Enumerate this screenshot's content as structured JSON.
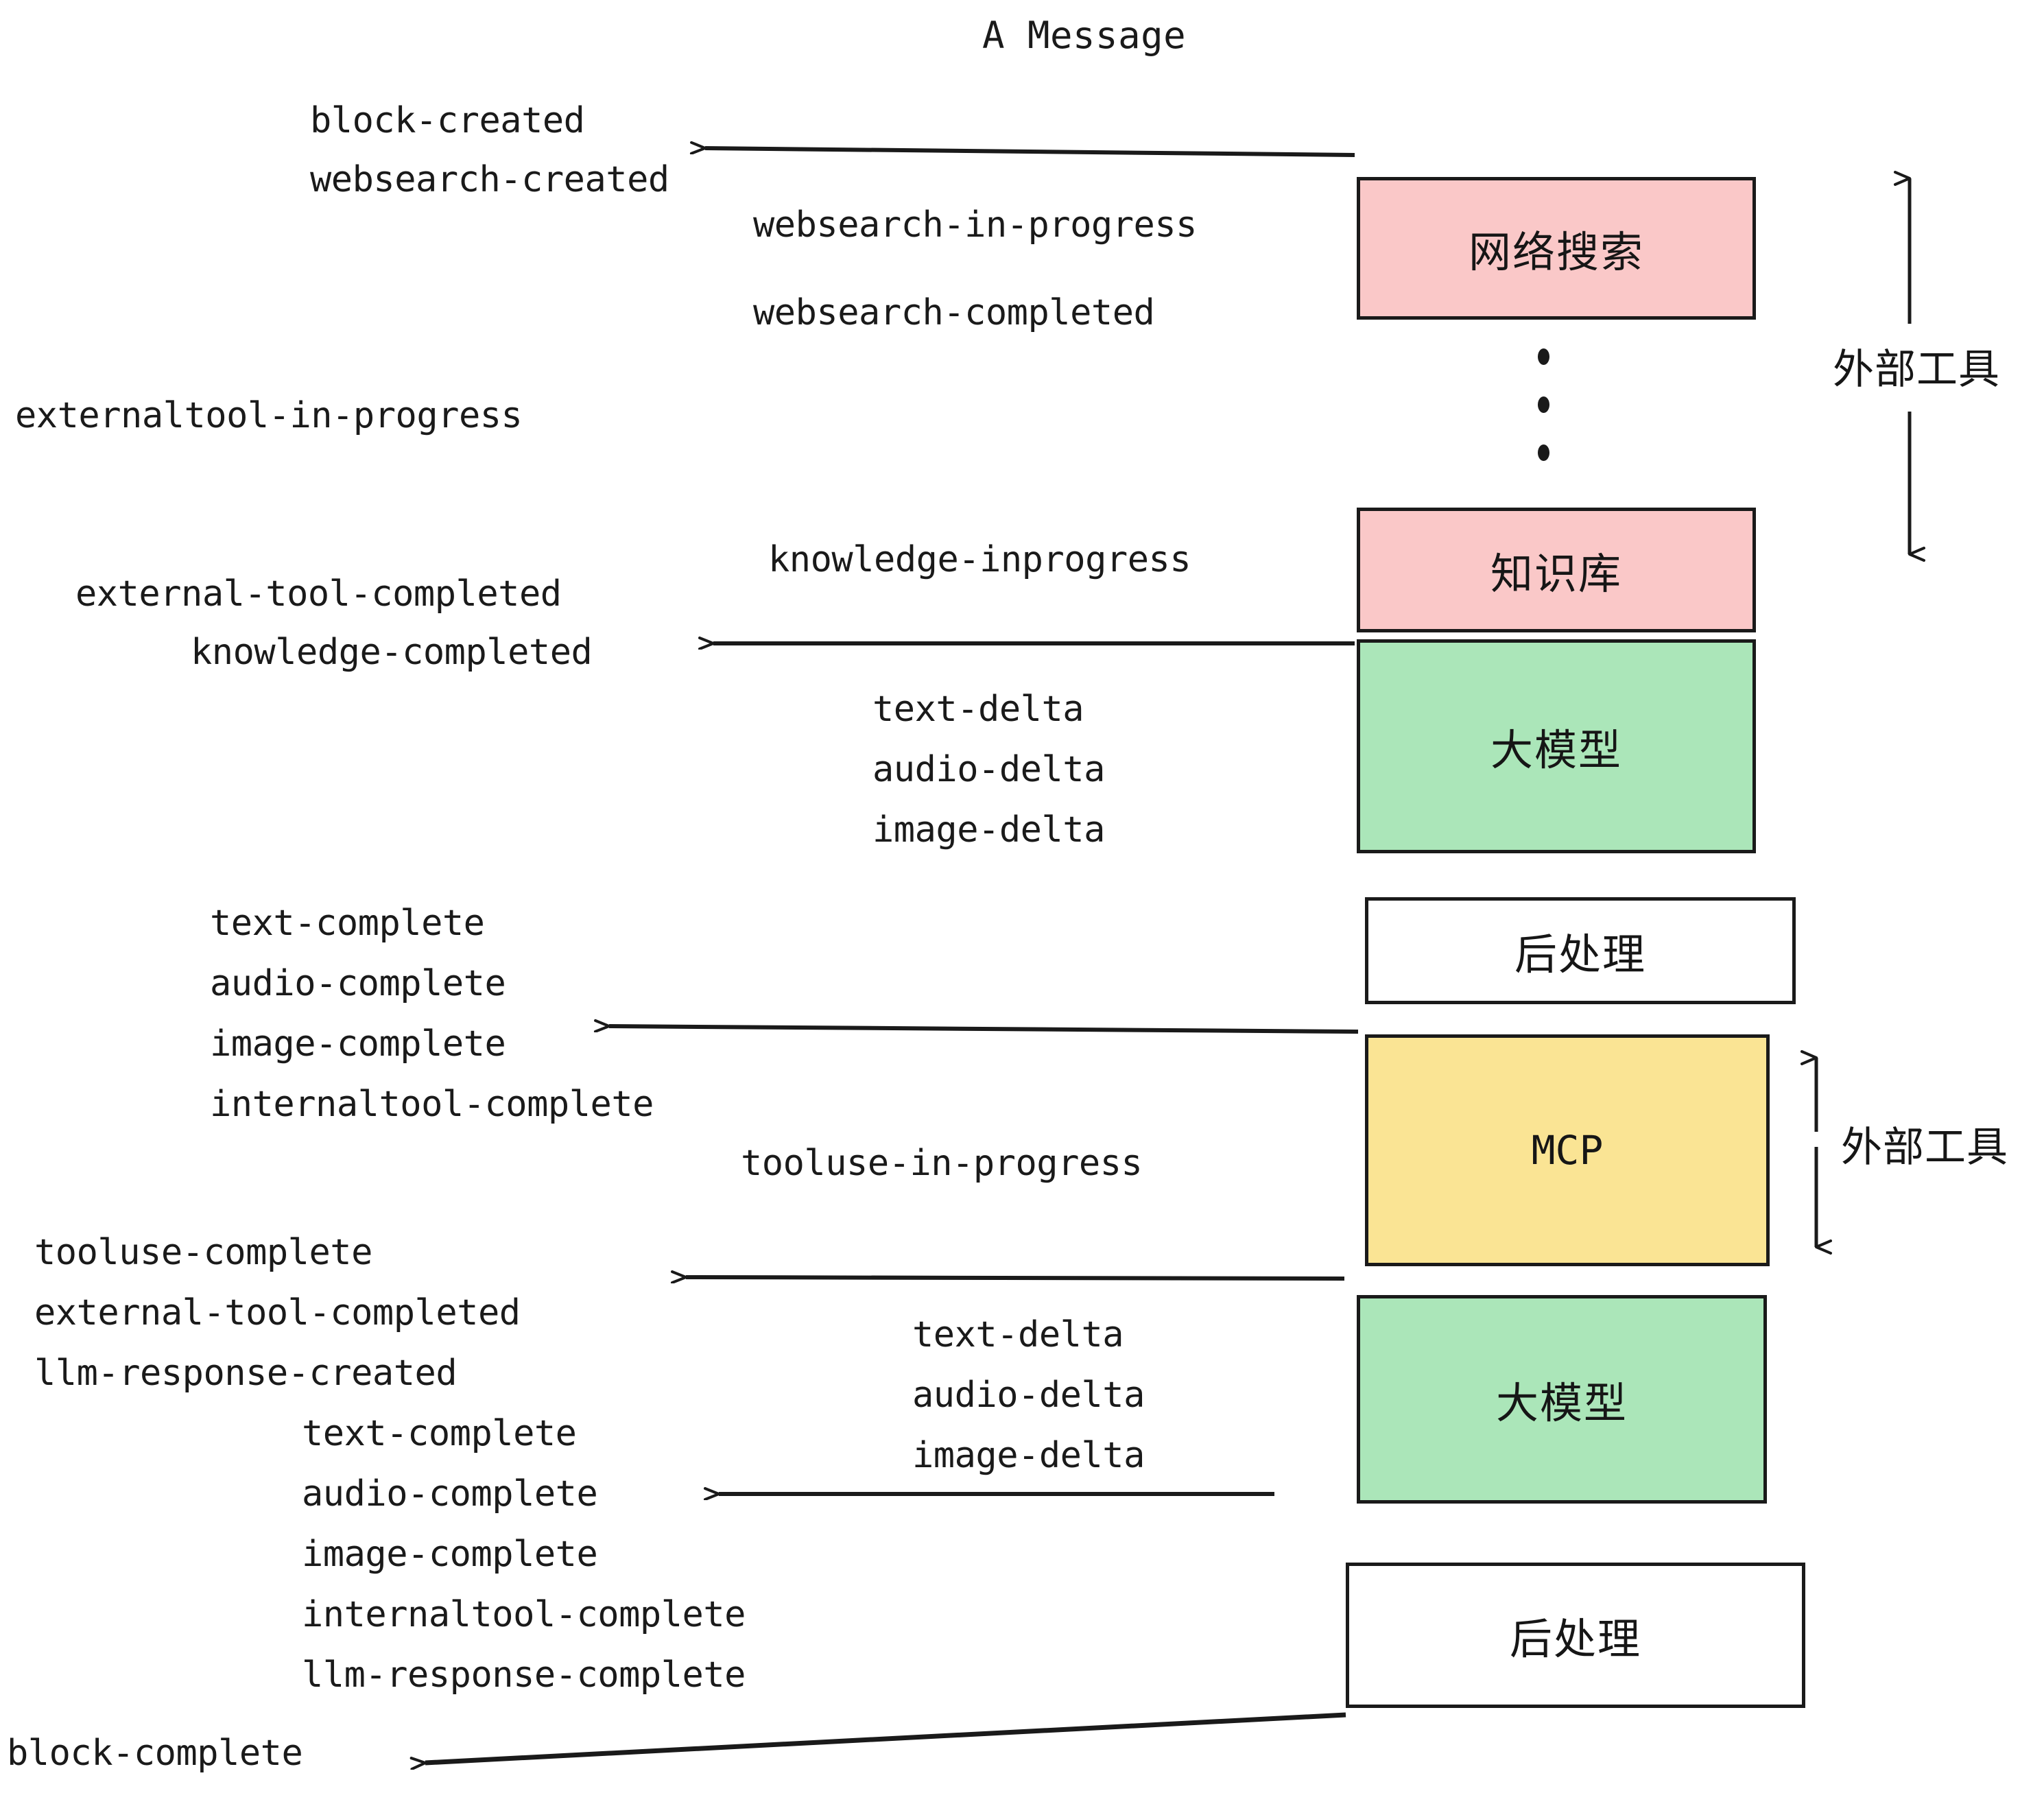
{
  "title": "A Message",
  "boxes": [
    {
      "label": "网络搜索",
      "color": "#fac8c8",
      "kind": "cjk"
    },
    {
      "label": "知识库",
      "color": "#fac8c8",
      "kind": "cjk"
    },
    {
      "label": "大模型",
      "color": "#abe6b9",
      "kind": "cjk"
    },
    {
      "label": "后处理",
      "color": "#ffffff",
      "kind": "cjk"
    },
    {
      "label": "MCP",
      "color": "#fae494",
      "kind": "mono"
    },
    {
      "label": "大模型",
      "color": "#abe6b9",
      "kind": "cjk"
    },
    {
      "label": "后处理",
      "color": "#ffffff",
      "kind": "cjk"
    }
  ],
  "side_labels": [
    {
      "text": "外部工具"
    },
    {
      "text": "外部工具"
    }
  ],
  "events": [
    {
      "text": "block-created"
    },
    {
      "text": "websearch-created"
    },
    {
      "text": "websearch-in-progress"
    },
    {
      "text": "websearch-completed"
    },
    {
      "text": "externaltool-in-progress"
    },
    {
      "text": "knowledge-inprogress"
    },
    {
      "text": "external-tool-completed"
    },
    {
      "text": "knowledge-completed"
    },
    {
      "text": "text-delta"
    },
    {
      "text": "audio-delta"
    },
    {
      "text": "image-delta"
    },
    {
      "text": "text-complete"
    },
    {
      "text": "audio-complete"
    },
    {
      "text": "image-complete"
    },
    {
      "text": "internaltool-complete"
    },
    {
      "text": "tooluse-in-progress"
    },
    {
      "text": "tooluse-complete"
    },
    {
      "text": "external-tool-completed"
    },
    {
      "text": "llm-response-created"
    },
    {
      "text": "text-complete"
    },
    {
      "text": "audio-complete"
    },
    {
      "text": "image-complete"
    },
    {
      "text": "internaltool-complete"
    },
    {
      "text": "llm-response-complete"
    },
    {
      "text": "text-delta"
    },
    {
      "text": "audio-delta"
    },
    {
      "text": "image-delta"
    },
    {
      "text": "block-complete"
    }
  ],
  "colors": {
    "ink": "#1a1a1a",
    "pink": "#fac8c8",
    "green": "#abe6b9",
    "yellow": "#fae494",
    "white": "#ffffff",
    "background": "#ffffff"
  },
  "ellipsis_dots": 3
}
